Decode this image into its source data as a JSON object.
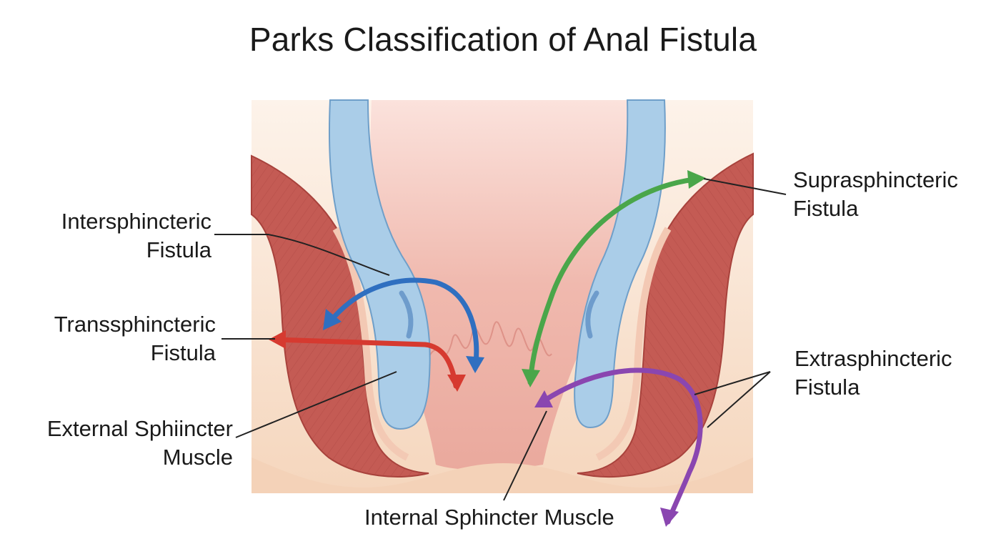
{
  "title": "Parks Classification of Anal Fistula",
  "labels": {
    "intersphincteric": [
      "Intersphincteric",
      "Fistula"
    ],
    "transsphincteric": [
      "Transsphincteric",
      "Fistula"
    ],
    "external_sphincter": [
      "External Sphiincter",
      "Muscle"
    ],
    "suprasphincteric": [
      "Suprasphincteric",
      "Fistula"
    ],
    "extrasphincteric": [
      "Extrasphincteric",
      "Fistula"
    ],
    "internal_sphincter": [
      "Internal Sphincter Muscle"
    ]
  },
  "colors": {
    "intersphincteric_arrow": "#2f6fc0",
    "transsphincteric_arrow": "#d63a30",
    "suprasphincteric_arrow": "#4aa64a",
    "extrasphincteric_arrow": "#8a46b0",
    "external_muscle": "#c0564f",
    "internal_muscle": "#a9cde6",
    "lumen": "#eeb3a8",
    "skin": "#f6dcc3"
  }
}
